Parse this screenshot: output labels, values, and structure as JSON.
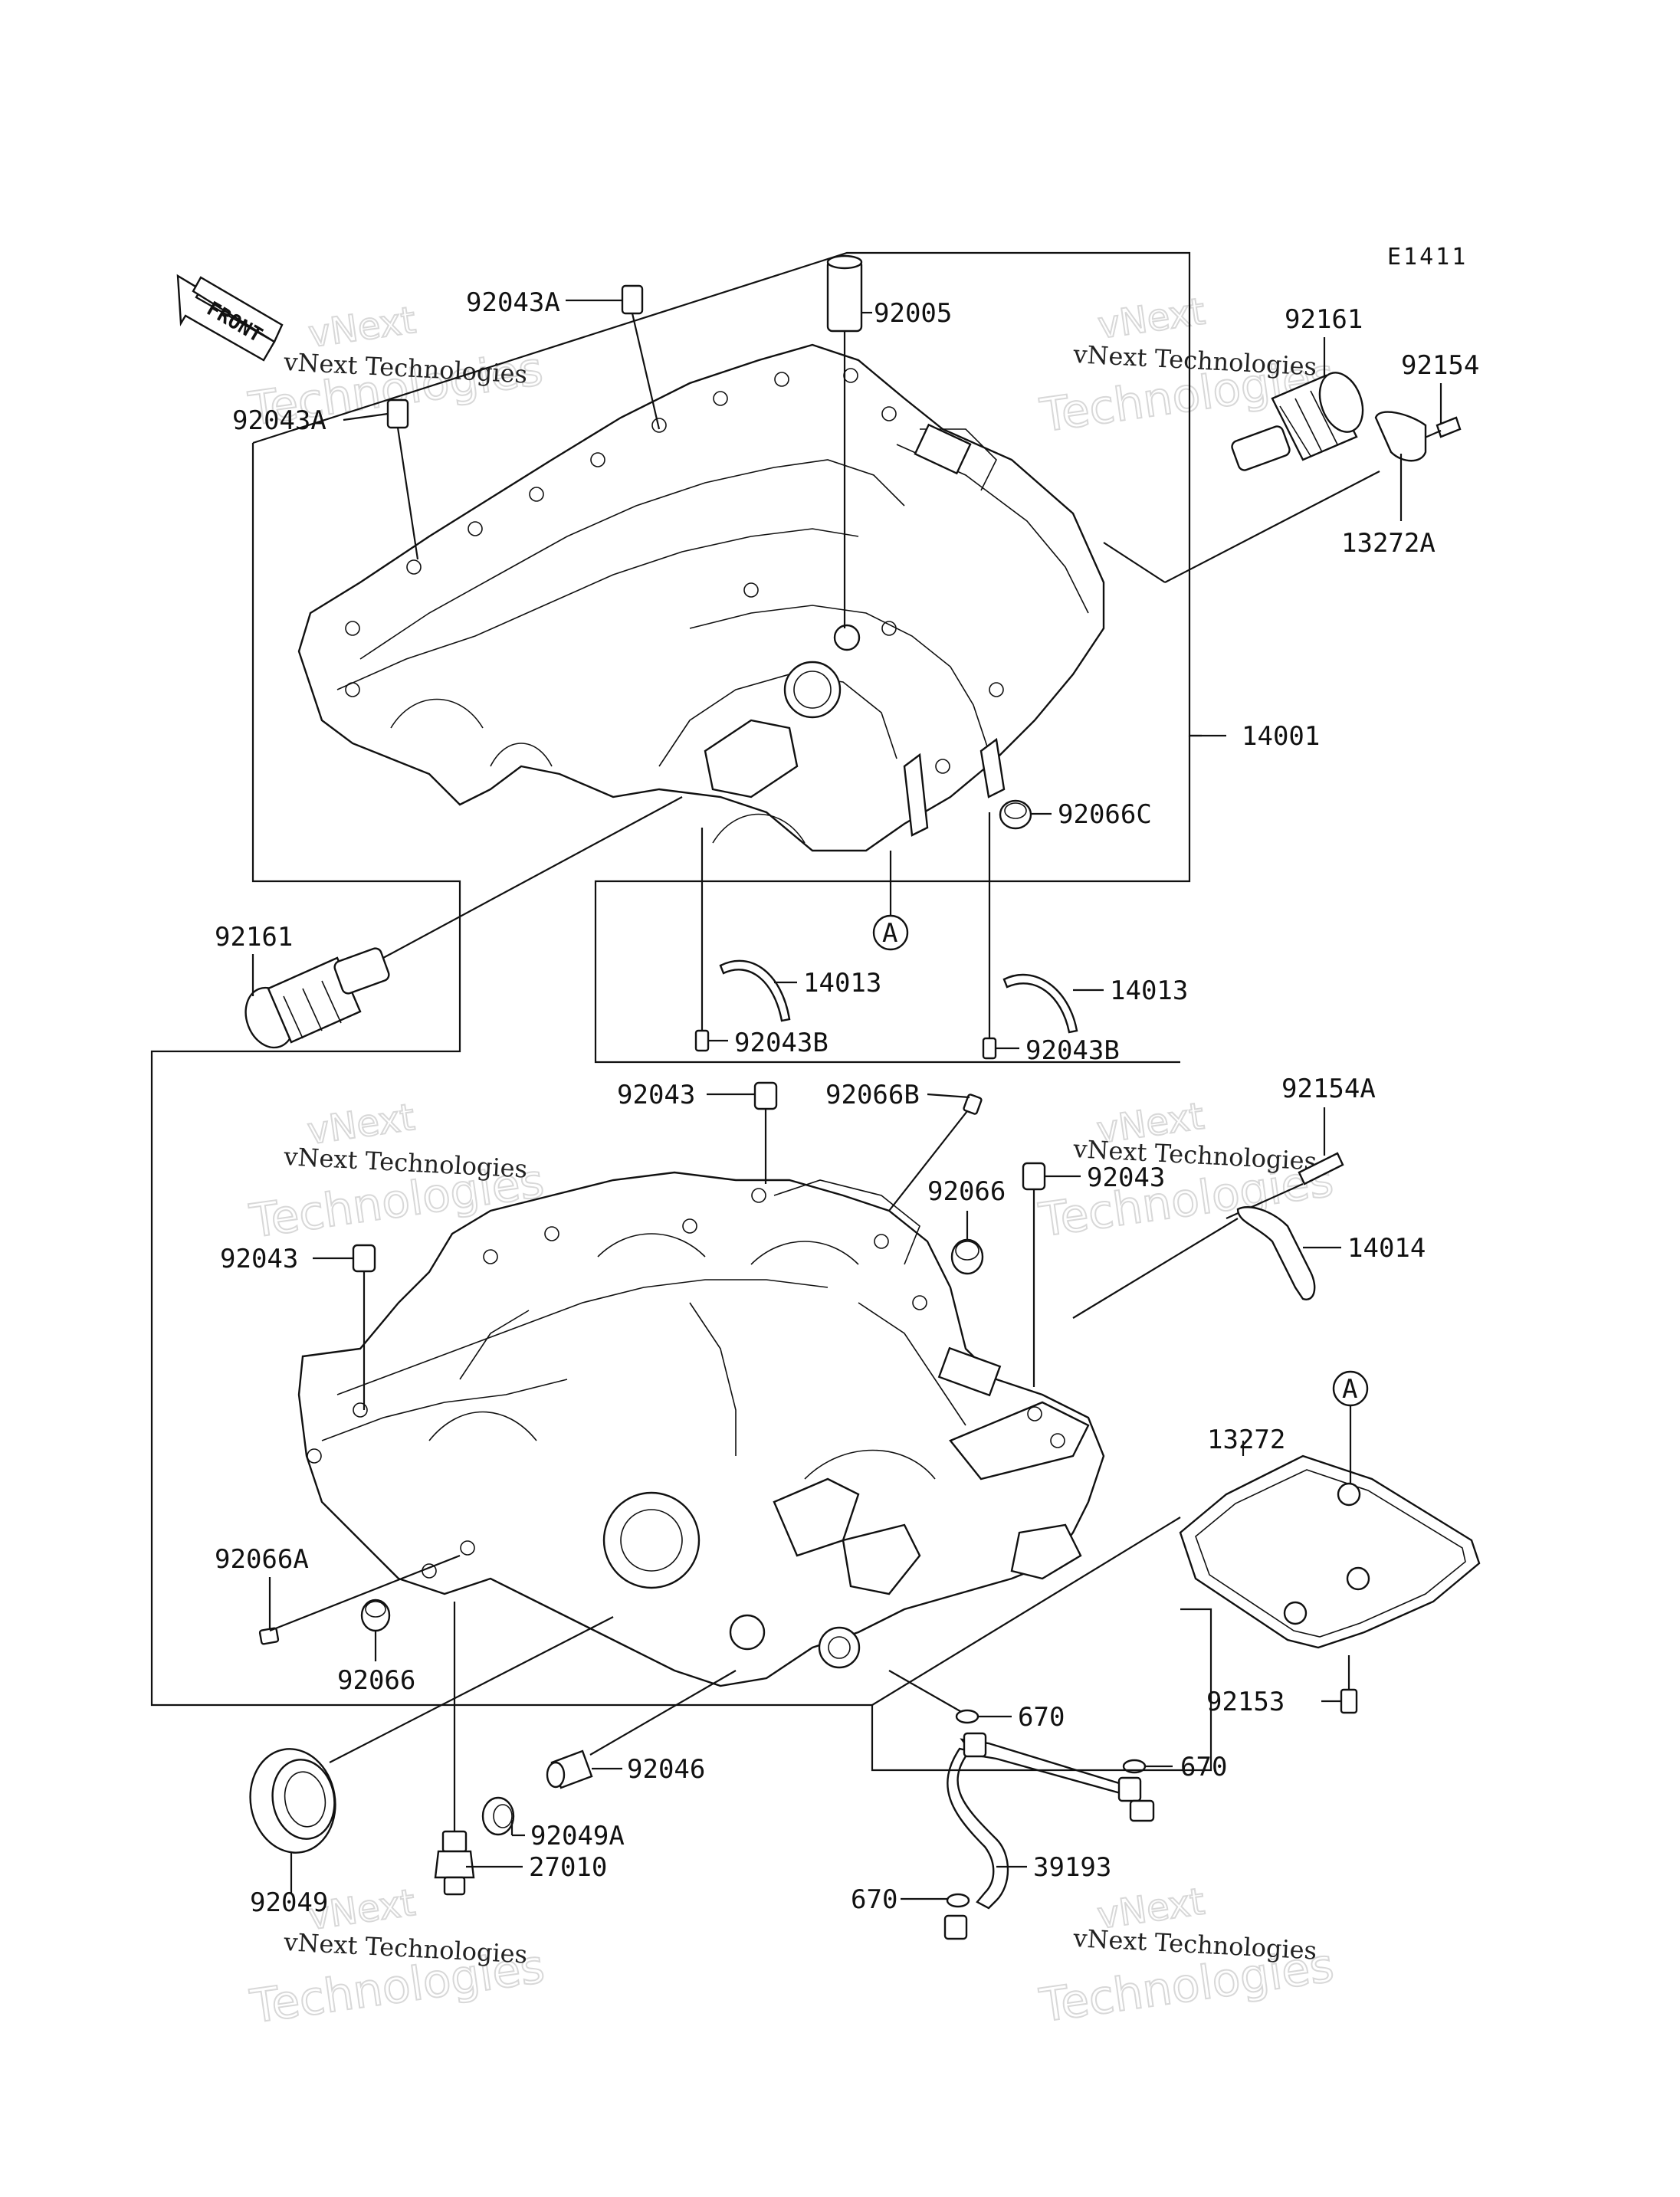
{
  "code": "E1411",
  "front_label": "FRONT",
  "ref_marker": "A",
  "watermark": {
    "top": "vNext",
    "line": "vNext Technologies",
    "big": "Technologies"
  },
  "parts": {
    "p92043A_top": "92043A",
    "p92043A_left": "92043A",
    "p92005": "92005",
    "p92161_top": "92161",
    "p92154": "92154",
    "p13272A": "13272A",
    "p14001": "14001",
    "p92066C": "92066C",
    "p92161_left": "92161",
    "p14013_left": "14013",
    "p14013_right": "14013",
    "p92043B_left": "92043B",
    "p92043B_right": "92043B",
    "p92043_mid": "92043",
    "p92066B": "92066B",
    "p92043_right": "92043",
    "p92154A": "92154A",
    "p92066_mid": "92066",
    "p14014": "14014",
    "p92043_left": "92043",
    "p13272": "13272",
    "p92066A": "92066A",
    "p92066_low": "92066",
    "p92153": "92153",
    "p670_a": "670",
    "p670_b": "670",
    "p92046": "92046",
    "p92049A": "92049A",
    "p27010": "27010",
    "p39193": "39193",
    "p92049": "92049",
    "p670_c": "670"
  }
}
